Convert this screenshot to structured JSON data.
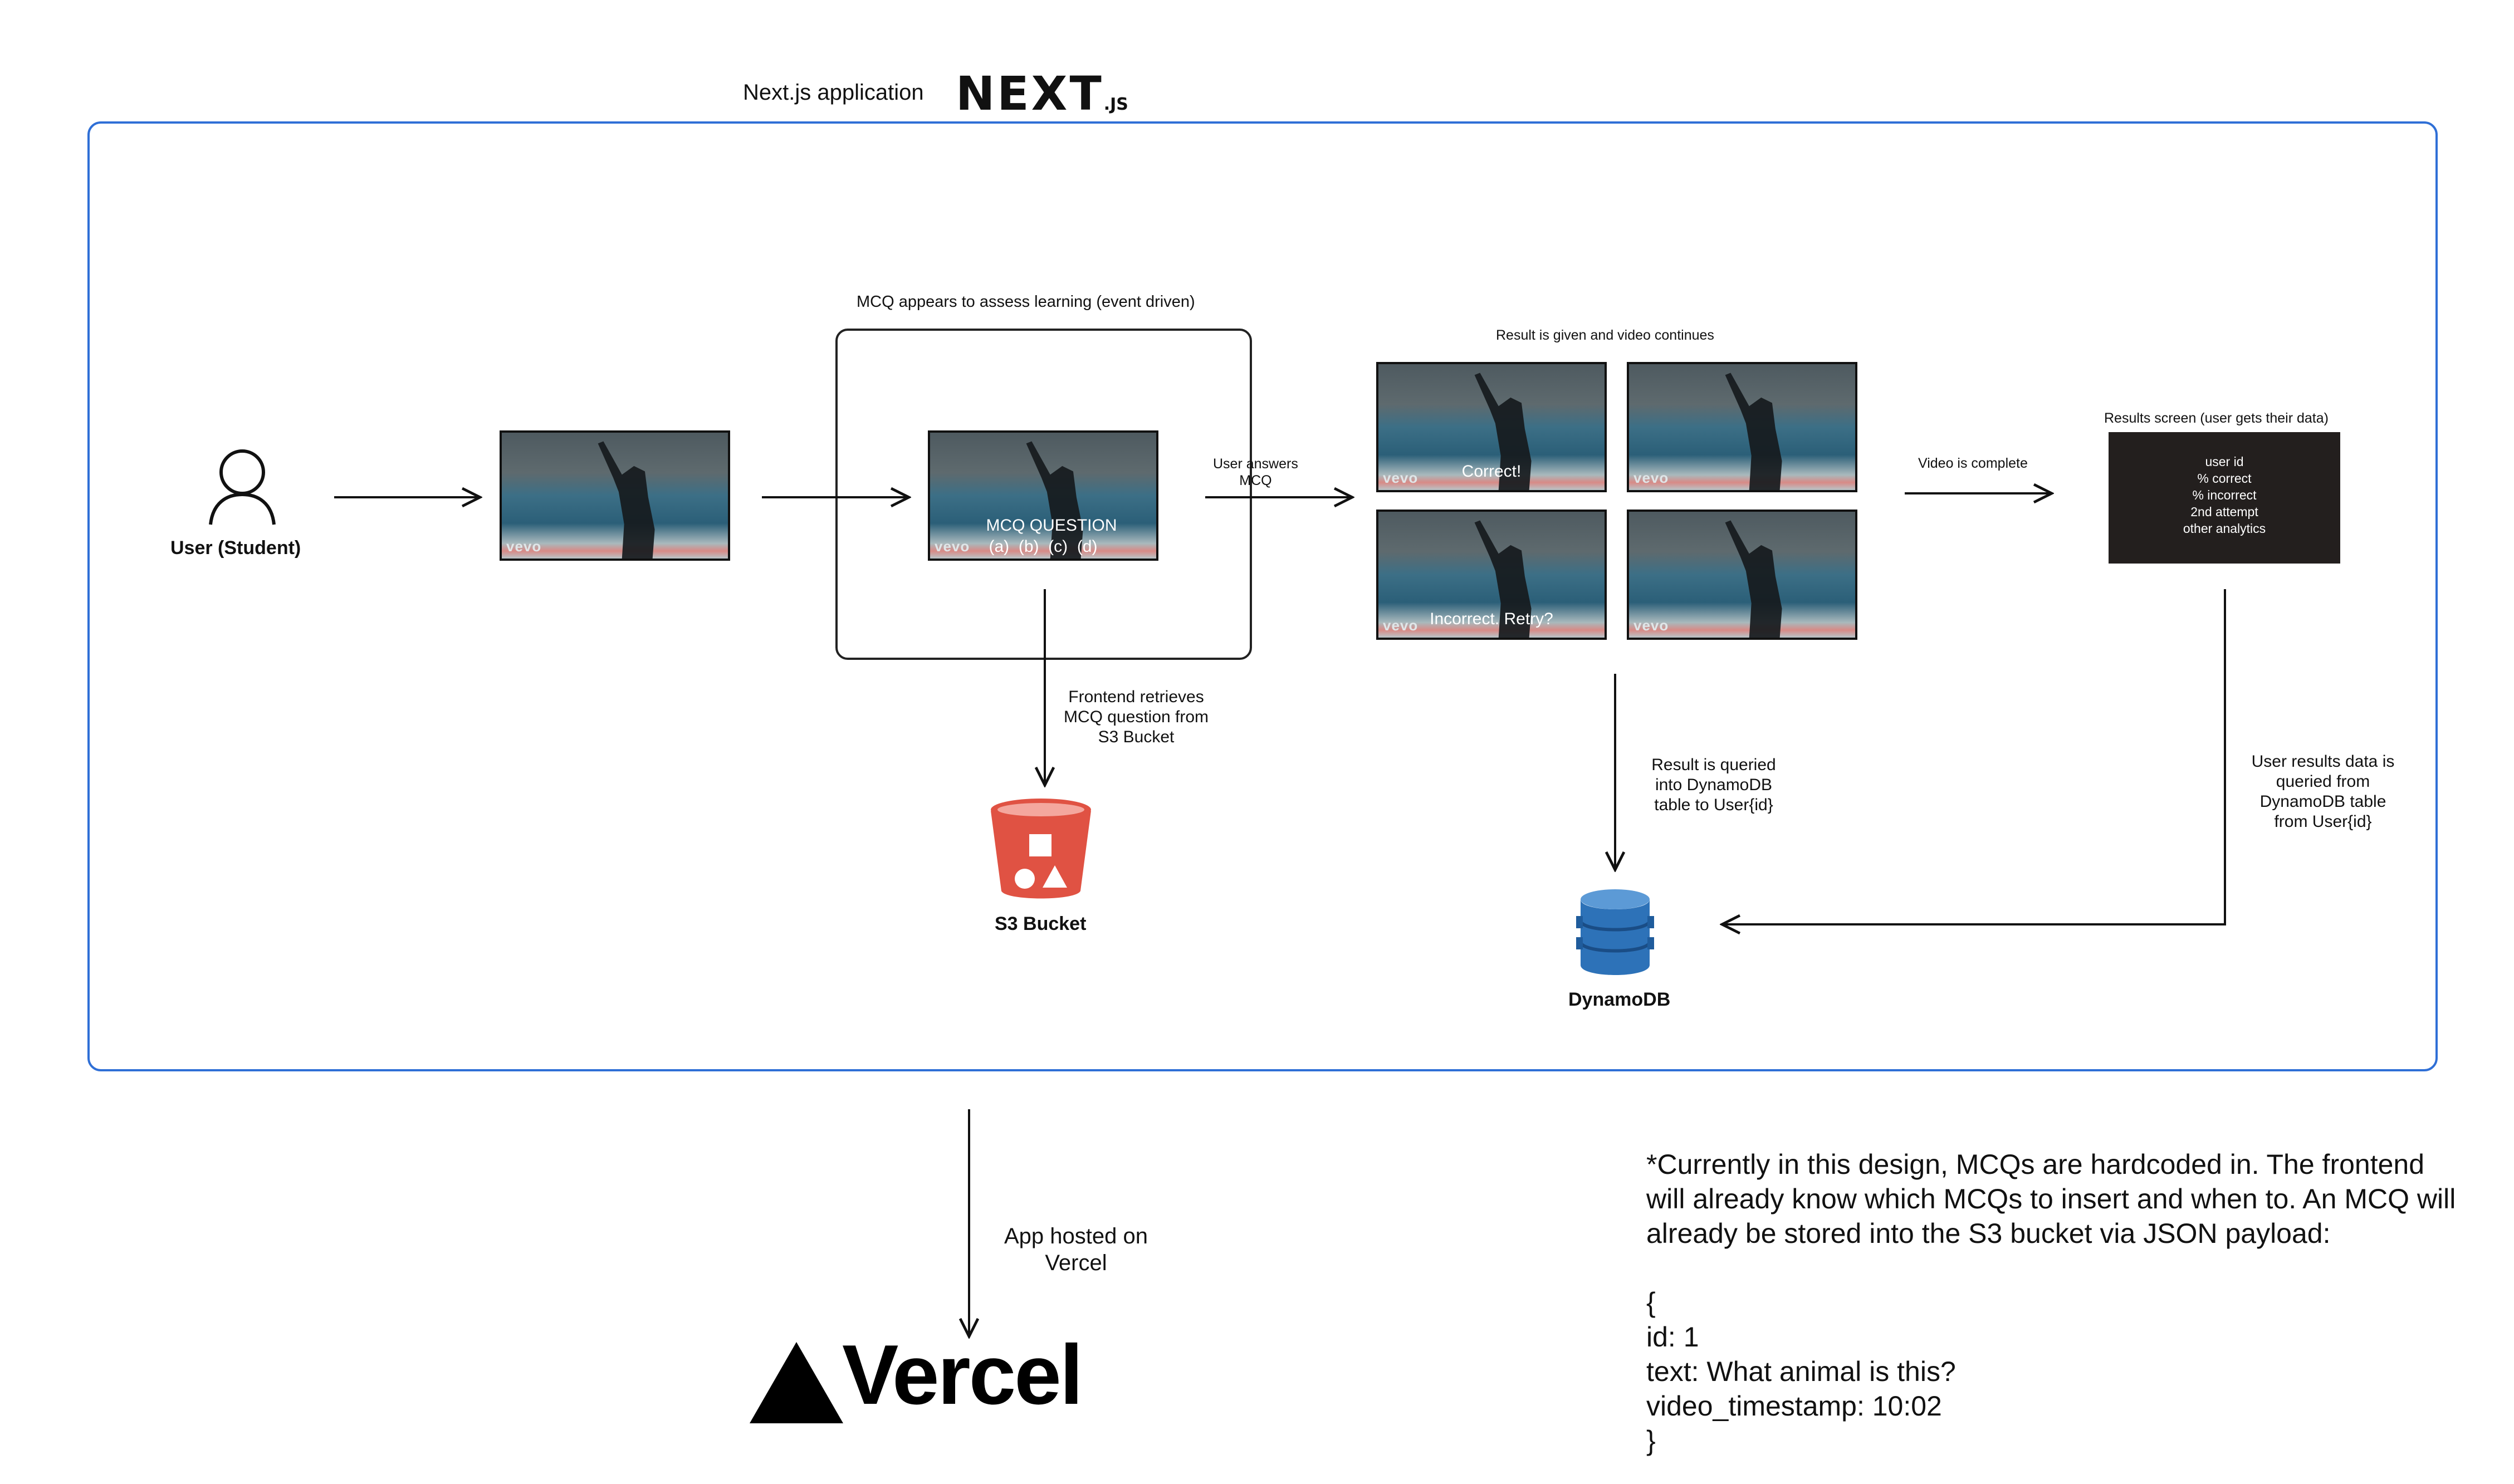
{
  "header": {
    "app_label": "Next.js application",
    "next_logo_main": "NEXT",
    "next_logo_suffix": ".JS"
  },
  "user": {
    "label": "User (Student)"
  },
  "mcq_step": {
    "title": "MCQ appears to assess learning (event driven)",
    "question_line": "MCQ QUESTION",
    "options_line": "(a)  (b)  (c)  (d)",
    "watermark": "vevo"
  },
  "edges": {
    "user_answers": [
      "User answers",
      "MCQ"
    ],
    "retrieves": [
      "Frontend retrieves",
      "MCQ question from",
      "S3 Bucket"
    ],
    "video_complete": "Video is complete",
    "result_queried": [
      "Result is queried",
      "into DynamoDB",
      "table to User{id}"
    ],
    "user_results": [
      "User results data is",
      "queried from",
      "DynamoDB table",
      "from User{id}"
    ],
    "hosted": [
      "App hosted on",
      "Vercel"
    ]
  },
  "result_step": {
    "title": "Result is given and video continues",
    "correct": "Correct!",
    "incorrect": "Incorrect. Retry?"
  },
  "results_screen": {
    "title": "Results screen (user gets their data)",
    "lines": [
      "user id",
      "% correct",
      "% incorrect",
      "2nd attempt",
      "other analytics"
    ]
  },
  "services": {
    "s3": "S3 Bucket",
    "dynamodb": "DynamoDB",
    "vercel": "Vercel"
  },
  "colors": {
    "frame_blue": "#2f6fd6",
    "s3_red": "#e05243",
    "dynamo_blue": "#2d72b8",
    "results_bg": "#231f1e"
  },
  "note": {
    "lines": [
      "*Currently in this design, MCQs are hardcoded in. The frontend",
      "will already know which MCQs to insert and when to. An MCQ will",
      "already be stored into the S3 bucket via JSON payload:",
      "",
      "{",
      "id: 1",
      "text: What animal is this?",
      "video_timestamp: 10:02",
      "}"
    ]
  }
}
